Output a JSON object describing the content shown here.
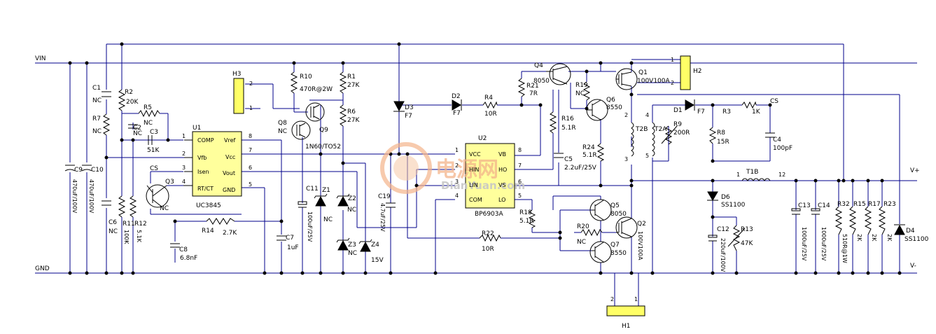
{
  "nets": {
    "vin": "VIN",
    "gnd": "GND",
    "vplus": "V+",
    "vminus": "V-",
    "cs1": "CS",
    "cs2": "CS"
  },
  "u1": {
    "ref": "U1",
    "part": "UC3845",
    "pins": [
      {
        "num": "1",
        "name": "COMP"
      },
      {
        "num": "2",
        "name": "Vfb"
      },
      {
        "num": "3",
        "name": "Isen"
      },
      {
        "num": "4",
        "name": "RT/CT"
      },
      {
        "num": "8",
        "name": "Vref"
      },
      {
        "num": "7",
        "name": "Vcc"
      },
      {
        "num": "6",
        "name": "Vout"
      },
      {
        "num": "5",
        "name": "GND"
      }
    ]
  },
  "u2": {
    "ref": "U2",
    "part": "BP6903A",
    "pins": [
      {
        "num": "1",
        "name": "VCC"
      },
      {
        "num": "2",
        "name": "HIN"
      },
      {
        "num": "3",
        "name": "LIN"
      },
      {
        "num": "4",
        "name": "COM"
      },
      {
        "num": "8",
        "name": "VB"
      },
      {
        "num": "7",
        "name": "HO"
      },
      {
        "num": "6",
        "name": "VS"
      },
      {
        "num": "5",
        "name": "LO"
      }
    ]
  },
  "h3": {
    "ref": "H3",
    "pin1": "1",
    "pin2": "2"
  },
  "h2": {
    "ref": "H2",
    "pin1": "1",
    "pin2": "2"
  },
  "h1": {
    "ref": "H1",
    "pin1": "1",
    "pin2": "2"
  },
  "labels": {
    "c1": "C1",
    "c1v": "NC",
    "r2": "R2",
    "r2v": "20K",
    "r7": "R7",
    "r7v": "NC",
    "r5": "R5",
    "r5v": "NC",
    "c2": "C2",
    "c2v": "NC",
    "c3": "C3",
    "c3v": "51K",
    "c9": "C9",
    "c9v": "470uF/100V",
    "c10": "C10",
    "c10v": "470uF/100V",
    "c6": "C6",
    "c6v": "NC",
    "r11": "R11",
    "r11v": "100K",
    "r12": "R12",
    "r12v": "5.1K",
    "cs3": "CS",
    "q3": "Q3",
    "q3v": "NC",
    "r14": "R14",
    "r14v": "2.7K",
    "c8": "C8",
    "c8v": "6.8nF",
    "c7": "C7",
    "c7v": "1uF",
    "r10": "R10",
    "r10v": "470R@2W",
    "q8": "Q8",
    "q8v": "NC",
    "q9": "Q9",
    "q9v": "1N60/TO52",
    "r1": "R1",
    "r1v": "27K",
    "r6": "R6",
    "r6v": "27K",
    "c11": "C11",
    "c11v": "100uF/25V",
    "z1": "Z1",
    "z1v": "NC",
    "z2": "Z2",
    "z2v": "NC",
    "z3": "Z3",
    "z3v": "NC",
    "z4": "Z4",
    "z4v": "15V",
    "c19": "C19",
    "c19v": "4.7uF/25V",
    "d3": "D3",
    "d3v": "F7",
    "d2": "D2",
    "d2v": "F7",
    "r4": "R4",
    "r4v": "10R",
    "q4": "Q4",
    "q4v": "8050",
    "r21": "R21",
    "r21v": "7R",
    "r19": "R19",
    "r19v": "NC",
    "q6": "Q6",
    "q6v": "8550",
    "r16": "R16",
    "r16v": "5.1R",
    "r24": "R24",
    "r24v": "5.1R",
    "c5": "C5",
    "c5v": "2.2uF/25V",
    "q1": "Q1",
    "q1v": "100V100A",
    "t2b": "T2B",
    "t2a": "T2A",
    "t2p1": "2",
    "t2p2": "3",
    "t2p3": "4",
    "t2p4": "5",
    "r9": "R9",
    "r9v": "200R",
    "d1": "D1",
    "d1v": "F7",
    "r3": "R3",
    "r3v": "1K",
    "r8": "R8",
    "r8v": "15R",
    "c4": "C4",
    "c4v": "100pF",
    "t1b": "T1B",
    "t1p1": "1",
    "t1p2": "12",
    "d6": "D6",
    "d6v": "SS1100",
    "c12": "C12",
    "c12v": "220uF/100V",
    "r13": "R13",
    "r13v": "47K",
    "c13": "C13",
    "c13v": "1000uF/25V",
    "c14": "C14",
    "c14v": "1000uF/25V",
    "r32": "R32",
    "r32v": "510R@1W",
    "r15": "R15",
    "r15v": "2K",
    "r17": "R17",
    "r17v": "2K",
    "r23": "R23",
    "r23v": "2K",
    "d4": "D4",
    "d4v": "SS1100",
    "q5": "Q5",
    "q5v": "8050",
    "q7": "Q7",
    "q7v": "8550",
    "r18": "R18",
    "r18v": "5.1R",
    "r20": "R20",
    "r20v": "NC",
    "r22": "R22",
    "r22v": "10R",
    "q2": "Q2",
    "q2v": "100V100A"
  },
  "watermark": {
    "cn": "电源网",
    "en": "DianYuan.com"
  },
  "colors": {
    "wire": "#00008b",
    "component": "#000000",
    "ic_fill": "#ffff9c",
    "header_fill": "#ffff66",
    "watermark": "#f08a3c"
  }
}
